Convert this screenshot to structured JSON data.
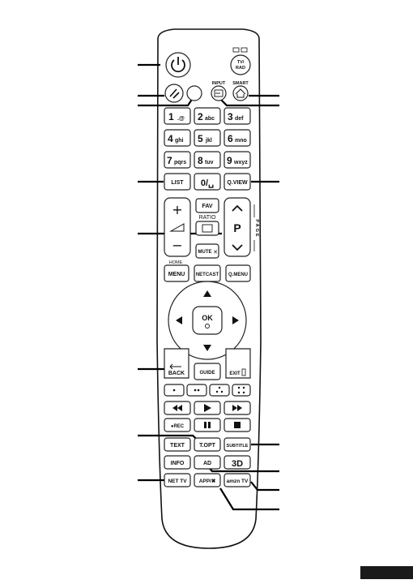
{
  "remote": {
    "power_icon": "power-icon",
    "tvrad_top": "TV/",
    "tvrad_bottom": "RAD",
    "input_label": "INPUT",
    "smart_label": "SMART",
    "numbers": [
      {
        "big": "1",
        "small": ".@"
      },
      {
        "big": "2",
        "small": "abc"
      },
      {
        "big": "3",
        "small": "def"
      },
      {
        "big": "4",
        "small": "ghi"
      },
      {
        "big": "5",
        "small": "jkl"
      },
      {
        "big": "6",
        "small": "mno"
      },
      {
        "big": "7",
        "small": "pqrs"
      },
      {
        "big": "8",
        "small": "tuv"
      },
      {
        "big": "9",
        "small": "wxyz"
      }
    ],
    "list": "LIST",
    "zero": "0/␣",
    "qview": "Q.VIEW",
    "fav": "FAV",
    "ratio": "RATIO",
    "mute": "MUTE",
    "p": "P",
    "page": "PAGE",
    "home": "HOME",
    "menu": "MENU",
    "netcast": "NETCAST",
    "qmenu": "Q.MENU",
    "ok": "OK",
    "back": "BACK",
    "guide": "GUIDE",
    "exit": "EXIT",
    "rec": "●REC",
    "text": "TEXT",
    "topt": "T.OPT",
    "subtitle": "SUBTITLE",
    "info": "INFO",
    "ad": "AD",
    "three_d": "3D",
    "nettv": "NET TV",
    "app": "APP/✖",
    "amzn": "amzn TV",
    "colors": {
      "ink": "#111111",
      "tab": "#1a1a1a"
    }
  }
}
